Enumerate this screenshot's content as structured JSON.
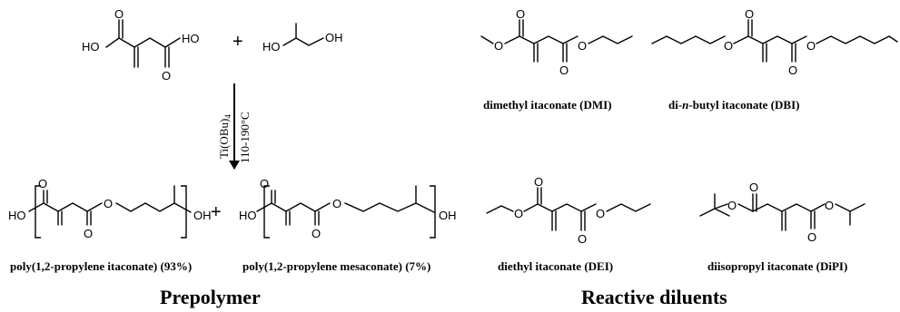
{
  "atoms": {
    "hydroxyl": "HO",
    "hydroxyl_right": "OH",
    "oxygen": "O"
  },
  "operators": {
    "plus": "+"
  },
  "reaction": {
    "catalyst": "Ti(OBu)",
    "catalyst_subscript": "4",
    "temperature": "110-190°C"
  },
  "labels": {
    "itaconate_polymer": "poly(1,2-propylene itaconate) (93%)",
    "mesaconate_polymer": "poly(1,2-propylene mesaconate) (7%)",
    "dmi": "dimethyl itaconate (DMI)",
    "dbi_prefix": "di-",
    "dbi_italic": "n",
    "dbi_suffix": "-butyl itaconate (DBI)",
    "dei": "diethyl itaconate (DEI)",
    "dipi": "diisopropyl itaconate (DiPI)"
  },
  "sections": {
    "prepolymer": "Prepolymer",
    "diluents": "Reactive diluents"
  },
  "colors": {
    "ink": "#000000",
    "background": "#ffffff"
  }
}
